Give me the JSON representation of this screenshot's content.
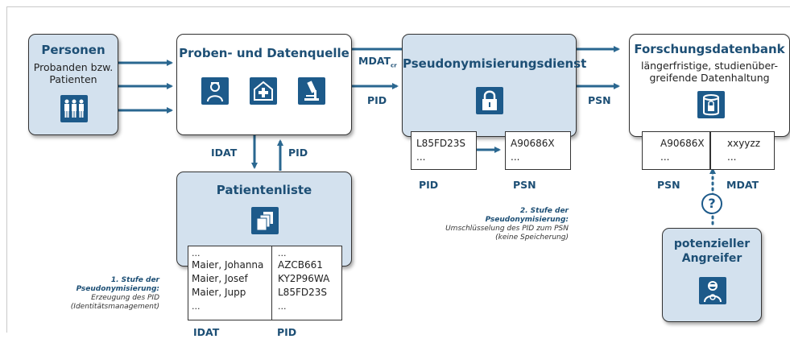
{
  "colors": {
    "accent": "#1d5a8a",
    "box_blue": "#d3e1ee",
    "label": "#1d4f75"
  },
  "personen": {
    "title": "Personen",
    "sub1": "Probanden bzw.",
    "sub2": "Patienten",
    "icon": "people-icon"
  },
  "quelle": {
    "title": "Proben- und Datenquelle",
    "icons": [
      "nurse-icon",
      "hospital-icon",
      "microscope-icon"
    ]
  },
  "pseudo": {
    "title": "Pseudonymisierungsdienst",
    "icon": "lock-icon",
    "table_left": [
      "L85FD23S",
      "..."
    ],
    "table_right": [
      "A90686X",
      "..."
    ],
    "col_pid": "PID",
    "col_psn": "PSN"
  },
  "forschung": {
    "title": "Forschungsdatenbank",
    "sub1": "längerfristige, studienüber-",
    "sub2": "greifende Datenhaltung",
    "icon": "database-lock-icon",
    "table_left": [
      "A90686X",
      "..."
    ],
    "table_right": [
      "xxyyzz",
      "..."
    ],
    "col_psn": "PSN",
    "col_mdat": "MDAT"
  },
  "liste": {
    "title": "Patientenliste",
    "icon": "documents-icon",
    "names": [
      "...",
      "Maier, Johanna",
      "Maier, Josef",
      "Maier, Jupp",
      "..."
    ],
    "pids": [
      "...",
      "AZCB661",
      "KY2P96WA",
      "L85FD23S",
      "..."
    ],
    "col_idat": "IDAT",
    "col_pid": "PID"
  },
  "angreifer": {
    "title1": "potenzieller",
    "title2": "Angreifer",
    "icon": "attacker-icon",
    "question": "?"
  },
  "arrows": {
    "mdat": "MDAT",
    "mdat_sub": "cr",
    "pid_top": "PID",
    "psn_right": "PSN",
    "idat_down": "IDAT",
    "pid_up": "PID"
  },
  "notes": {
    "stufe1_title1": "1. Stufe der",
    "stufe1_title2": "Pseudonymisierung:",
    "stufe1_line1": "Erzeugung des PID",
    "stufe1_line2": "(Identitätsmanagement)",
    "stufe2_title1": "2. Stufe der",
    "stufe2_title2": "Pseudonymisierung:",
    "stufe2_line1": "Umschlüsselung des PID zum PSN",
    "stufe2_line2": "(keine Speicherung)"
  }
}
